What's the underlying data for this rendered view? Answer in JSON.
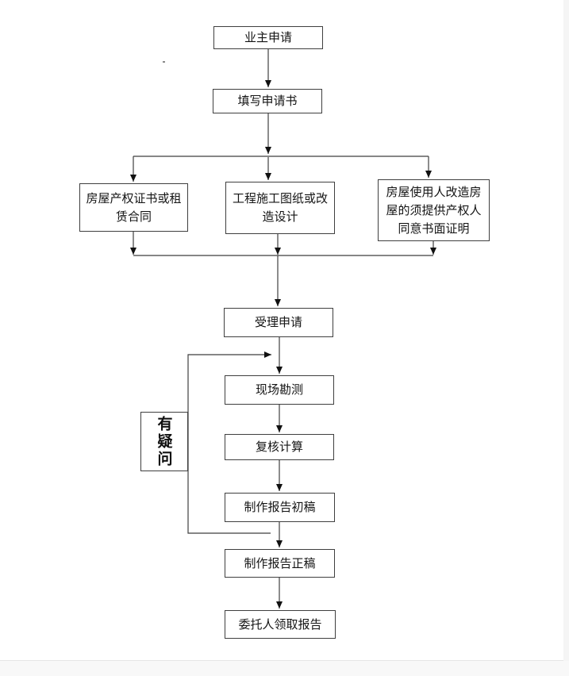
{
  "page": {
    "background_color": "#ffffff",
    "gutter_color": "#f5f5f5",
    "line_color": "#3f3f3f",
    "arrow_color": "#111111"
  },
  "flowchart": {
    "nodes": {
      "owner_application": {
        "lines": [
          "业主申请"
        ]
      },
      "fill_application": {
        "lines": [
          "填写申请书"
        ]
      },
      "property_certificate": {
        "lines": [
          "房屋产权证书或租",
          "赁合同"
        ]
      },
      "construction_drawings": {
        "lines": [
          "工程施工图纸或改",
          "造设计"
        ]
      },
      "owner_consent": {
        "lines": [
          "房屋使用人改造房",
          "屋的须提供产权人",
          "同意书面证明"
        ]
      },
      "accept_application": {
        "lines": [
          "受理申请"
        ]
      },
      "site_survey": {
        "lines": [
          "现场勘测"
        ]
      },
      "review_calculation": {
        "lines": [
          "复核计算"
        ]
      },
      "draft_report": {
        "lines": [
          "制作报告初稿"
        ]
      },
      "final_report": {
        "lines": [
          "制作报告正稿"
        ]
      },
      "collect_report": {
        "lines": [
          "委托人领取报告"
        ]
      }
    },
    "side_label": "有疑问"
  }
}
